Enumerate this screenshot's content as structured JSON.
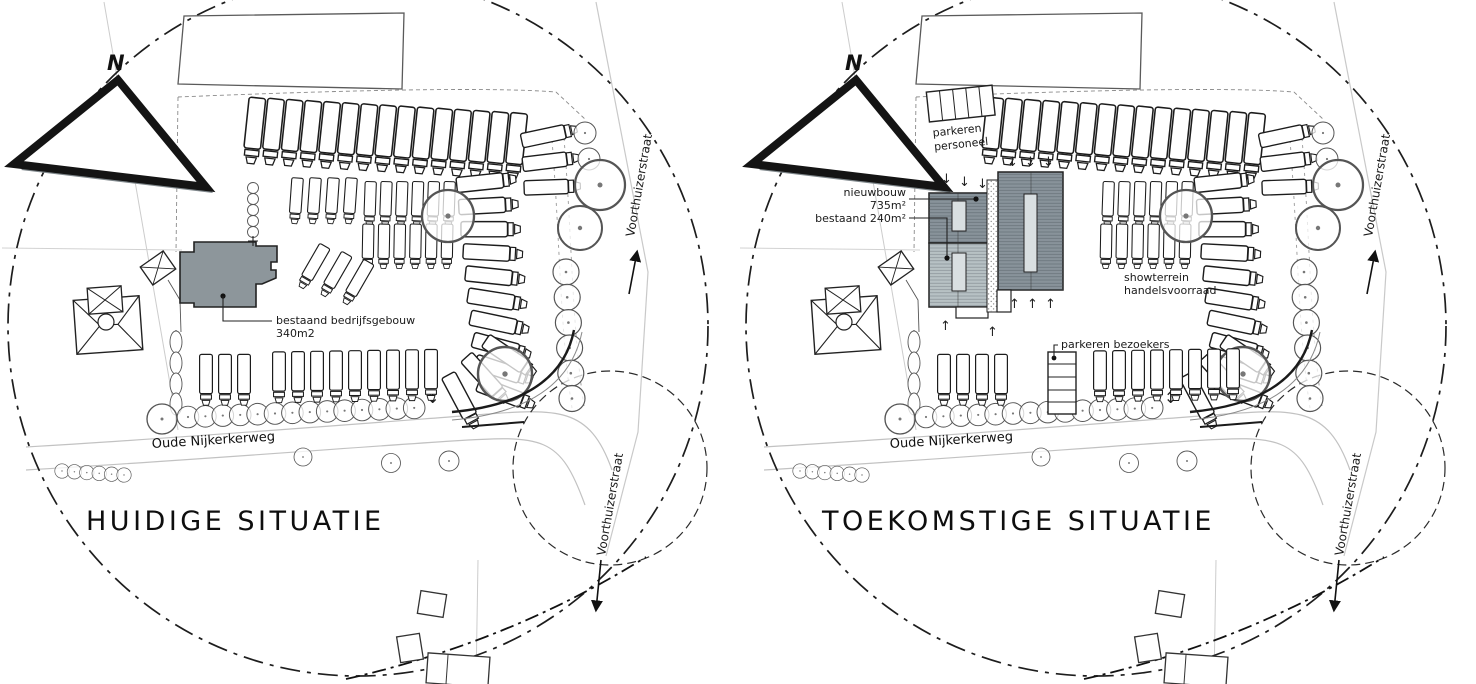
{
  "colors": {
    "background": "#ffffff",
    "line": "#1a1a1a",
    "existing_building_fill": "#8d969b",
    "new_building_dark": "#88939a",
    "new_building_light": "#b7c1c4",
    "north_shadow": "#7e868a",
    "faint_line": "#c9c9c9"
  },
  "compass": {
    "north_label": "N"
  },
  "shared": {
    "road_label": "Oude Nijkerkerweg",
    "street_label_upper": "Voorthuizerstraat",
    "street_label_lower": "Voorthuizerstraat"
  },
  "left_panel": {
    "title": "HUIDIGE SITUATIE",
    "existing_building_label": [
      "bestaand bedrijfsgebouw",
      "340m2"
    ]
  },
  "right_panel": {
    "title": "TOEKOMSTIGE SITUATIE",
    "staff_parking_label": [
      "parkeren",
      "personeel"
    ],
    "new_building_label": [
      "nieuwbouw",
      "735m²"
    ],
    "existing_building_label": "bestaand 240m²",
    "show_area_label": [
      "showterrein",
      "handelsvoorraad"
    ],
    "visitor_parking_label": "parkeren bezoekers"
  },
  "arrows": {
    "up": "↑",
    "down": "↓",
    "up_down": "↕"
  }
}
